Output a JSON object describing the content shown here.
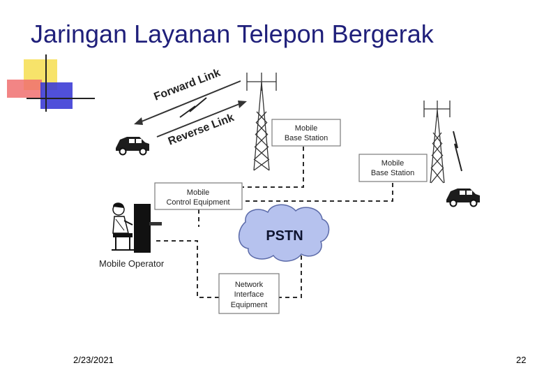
{
  "slide": {
    "title": "Jaringan Layanan Telepon Bergerak",
    "date": "2/23/2021",
    "page_number": "22"
  },
  "diagram": {
    "forward_link": "Forward Link",
    "reverse_link": "Reverse Link",
    "base_station_1": [
      "Mobile",
      "Base Station"
    ],
    "base_station_2": [
      "Mobile",
      "Base Station"
    ],
    "control_equipment": [
      "Mobile",
      "Control Equipment"
    ],
    "pstn": "PSTN",
    "operator": "Mobile Operator",
    "network_interface": [
      "Network",
      "Interface",
      "Equipment"
    ]
  }
}
